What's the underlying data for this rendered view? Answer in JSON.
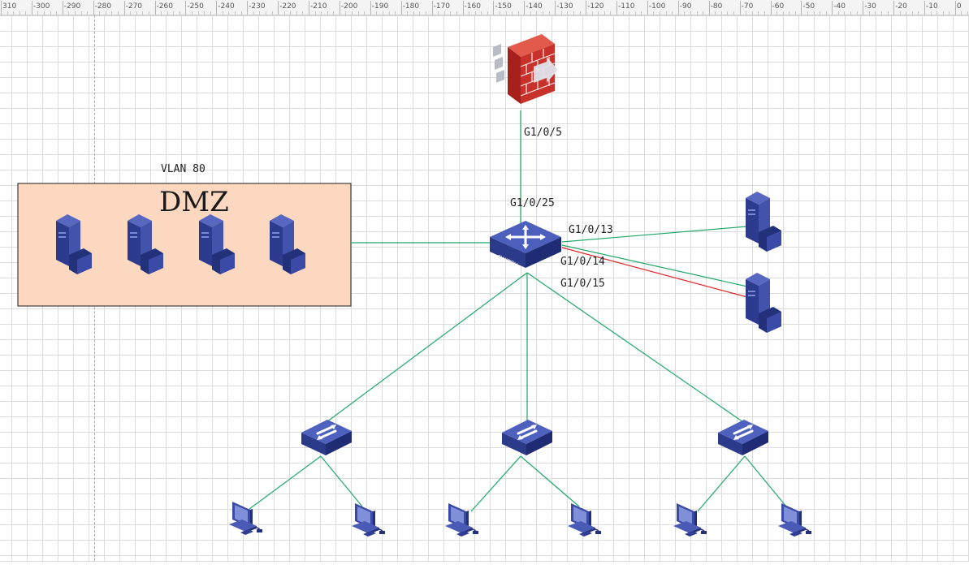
{
  "ruler": {
    "ticks": [
      "310",
      "-300",
      "-290",
      "-280",
      "-270",
      "-260",
      "-250",
      "-240",
      "-230",
      "-220",
      "-210",
      "-200",
      "-190",
      "-180",
      "-170",
      "-160",
      "-150",
      "-140",
      "-130",
      "-120",
      "-110",
      "-100",
      "-90",
      "-80",
      "-70",
      "-60",
      "-50",
      "-40",
      "-30",
      "-20",
      "-10",
      "0"
    ]
  },
  "dmz": {
    "vlan_label": "VLAN 80",
    "title": "DMZ",
    "fill_color": "#fbd8bf"
  },
  "port_labels": {
    "firewall_link": "G1/0/5",
    "core_uplink": "G1/0/25",
    "server_a": "G1/0/13",
    "server_b": "G1/0/14",
    "server_b_alt": "G1/0/15"
  },
  "devices": {
    "firewall": {
      "icon": "firewall-icon"
    },
    "core_switch": {
      "icon": "core-switch-icon",
      "badge": "SWITCH"
    },
    "access_switches": [
      {
        "icon": "access-switch-icon"
      },
      {
        "icon": "access-switch-icon"
      },
      {
        "icon": "access-switch-icon"
      }
    ],
    "servers": [
      {
        "icon": "server-icon"
      },
      {
        "icon": "server-icon"
      }
    ],
    "dmz_servers": [
      {
        "icon": "server-icon"
      },
      {
        "icon": "server-icon"
      },
      {
        "icon": "server-icon"
      },
      {
        "icon": "server-icon"
      }
    ],
    "workstations": [
      {
        "icon": "workstation-icon"
      },
      {
        "icon": "workstation-icon"
      },
      {
        "icon": "workstation-icon"
      },
      {
        "icon": "workstation-icon"
      },
      {
        "icon": "workstation-icon"
      },
      {
        "icon": "workstation-icon"
      }
    ]
  },
  "colors": {
    "link": "#1fa86a",
    "link_alert": "#e0262a",
    "device_blue": "#33449a",
    "firewall_red": "#c8312a"
  }
}
